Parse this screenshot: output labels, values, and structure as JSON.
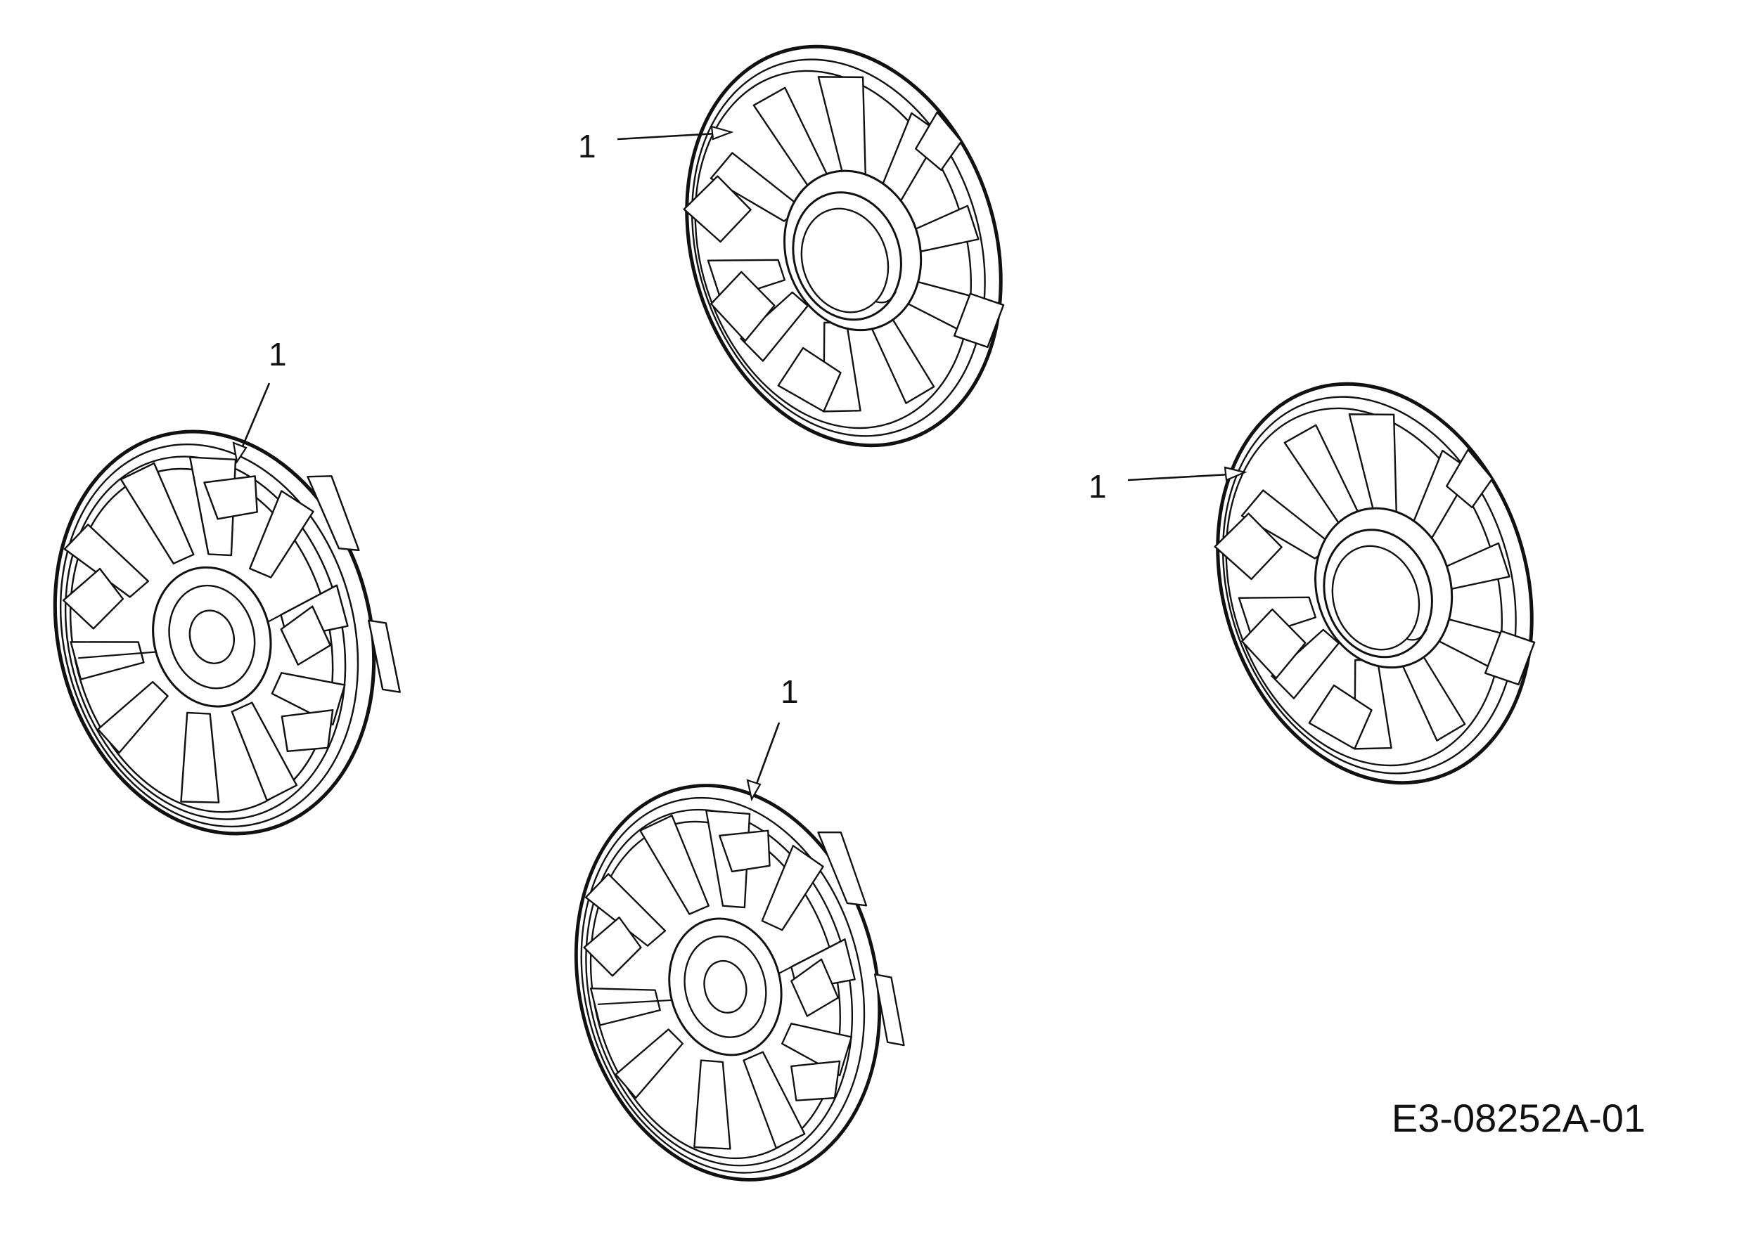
{
  "callouts": [
    {
      "label": "1",
      "part": "wheel-cap-top"
    },
    {
      "label": "1",
      "part": "wheel-cap-left"
    },
    {
      "label": "1",
      "part": "wheel-cap-right"
    },
    {
      "label": "1",
      "part": "wheel-cap-bottom"
    }
  ],
  "drawing_id": "E3-08252A-01"
}
